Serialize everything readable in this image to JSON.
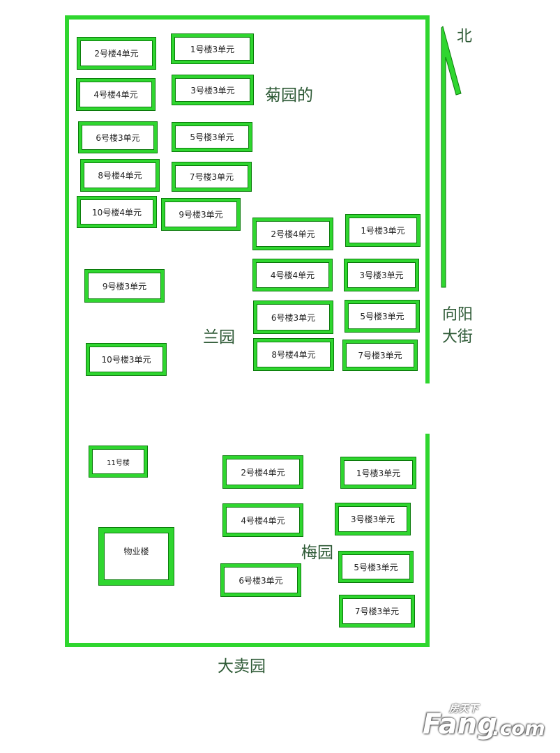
{
  "areas": {
    "juyuan": "菊园的",
    "lanyuan": "兰园",
    "meiyuan": "梅园",
    "damaiyuan": "大卖园"
  },
  "street": {
    "line1": "向阳",
    "line2": "大街"
  },
  "north": "北",
  "juyuan_buildings": [
    "2号楼4单元",
    "1号楼3单元",
    "4号楼4单元",
    "3号楼3单元",
    "6号楼3单元",
    "5号楼3单元",
    "8号楼4单元",
    "7号楼3单元",
    "10号楼4单元",
    "9号楼3单元"
  ],
  "lanyuan_west": [
    "9号楼3单元",
    "10号楼3单元"
  ],
  "lanyuan_buildings": [
    "2号楼4单元",
    "1号楼3单元",
    "4号楼4单元",
    "3号楼3单元",
    "6号楼3单元",
    "5号楼3单元",
    "8号楼4单元",
    "7号楼3单元"
  ],
  "meiyuan_buildings": [
    "2号楼4单元",
    "1号楼3单元",
    "4号楼4单元",
    "3号楼3单元",
    "6号楼3单元",
    "5号楼3单元",
    "7号楼3单元"
  ],
  "other_buildings": {
    "b11": "11号楼",
    "office": "物业楼"
  },
  "watermark": {
    "cn": "房天下",
    "en": "Fang",
    "suffix": ".com"
  },
  "colors": {
    "wall": "#2fd62f",
    "text": "#2e5a36"
  }
}
